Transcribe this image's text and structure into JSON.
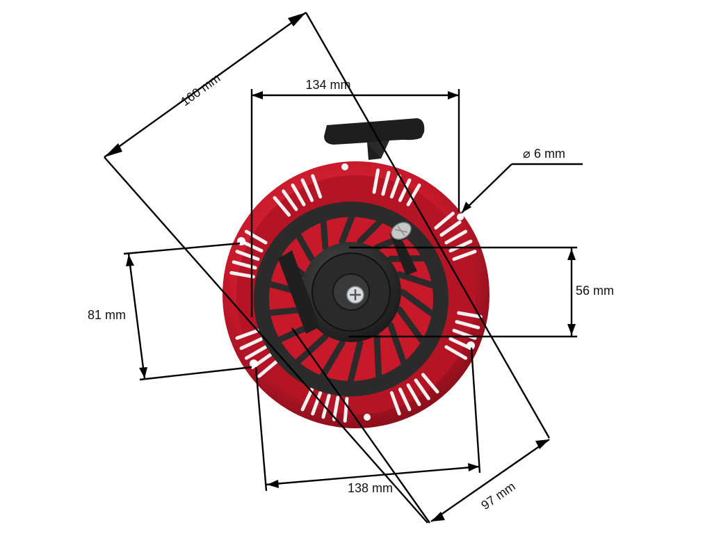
{
  "dimensions": {
    "diagonal_length": "160 mm",
    "top_width": "134 mm",
    "hole_diameter": "6 mm",
    "diameter_symbol": "⌀",
    "left_hole_spacing": "81 mm",
    "center_height": "56 mm",
    "bottom_hole_spacing": "138 mm",
    "diagonal_hole_spacing": "97 mm"
  },
  "part": {
    "name": "recoil-starter",
    "housing_color": "#c8192b",
    "pulley_color": "#2b2b2b",
    "handle_color": "#1e1e1e"
  }
}
